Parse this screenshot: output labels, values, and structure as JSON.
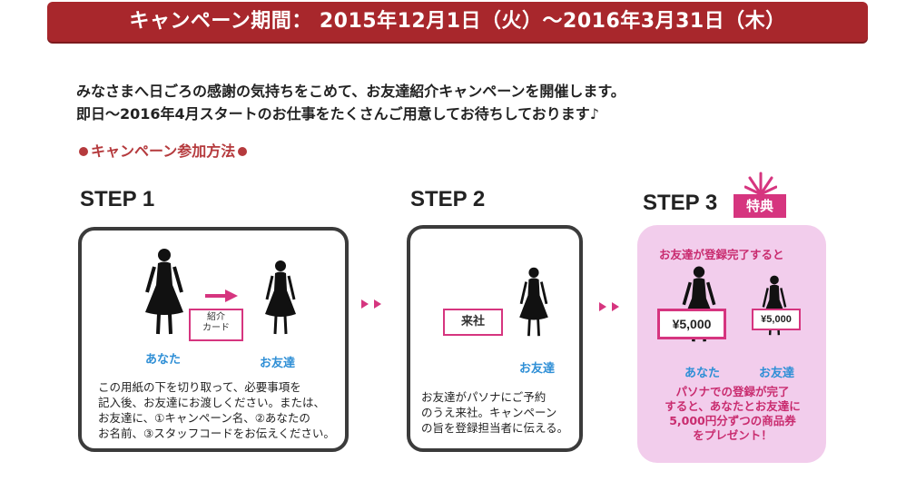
{
  "banner": {
    "text": "キャンペーン期間：  2015年12月1日（火）～2016年3月31日（木）"
  },
  "intro": {
    "line1": "みなさまへ日ごろの感謝の気持ちをこめて、お友達紹介キャンペーンを開催します。",
    "line2": "即日～2016年4月スタートのお仕事をたくさんご用意してお待ちしております♪"
  },
  "section": {
    "title": "キャンペーン参加方法"
  },
  "steps": [
    {
      "title": "STEP 1",
      "you_label": "あなた",
      "friend_label": "お友達",
      "card_label_1": "紹介",
      "card_label_2": "カード",
      "text": [
        "この用紙の下を切り取って、必要事項を",
        "記入後、お友達にお渡しください。または、",
        "お友達に、①キャンペーン名、②あなたの",
        "お名前、③スタッフコードをお伝えください。"
      ]
    },
    {
      "title": "STEP 2",
      "card_label": "来社",
      "friend_label": "お友達",
      "text": [
        "お友達がパソナにご予約",
        "のうえ来社。キャンペーン",
        "の旨を登録担当者に伝える。"
      ]
    },
    {
      "title": "STEP 3",
      "badge": "特典",
      "condition": "お友達が登録完了すると",
      "you_amount": "¥5,000",
      "friend_amount": "¥5,000",
      "you_label": "あなた",
      "friend_label": "お友達",
      "text": [
        "パソナでの登録が完了",
        "すると、あなたとお友達に",
        "5,000円分ずつの商品券",
        "をプレゼント！"
      ]
    }
  ],
  "colors": {
    "banner": "#a8272c",
    "accent_pink": "#d6357f",
    "panel_pink": "#f2cdec",
    "label_blue": "#2f8fd6"
  }
}
